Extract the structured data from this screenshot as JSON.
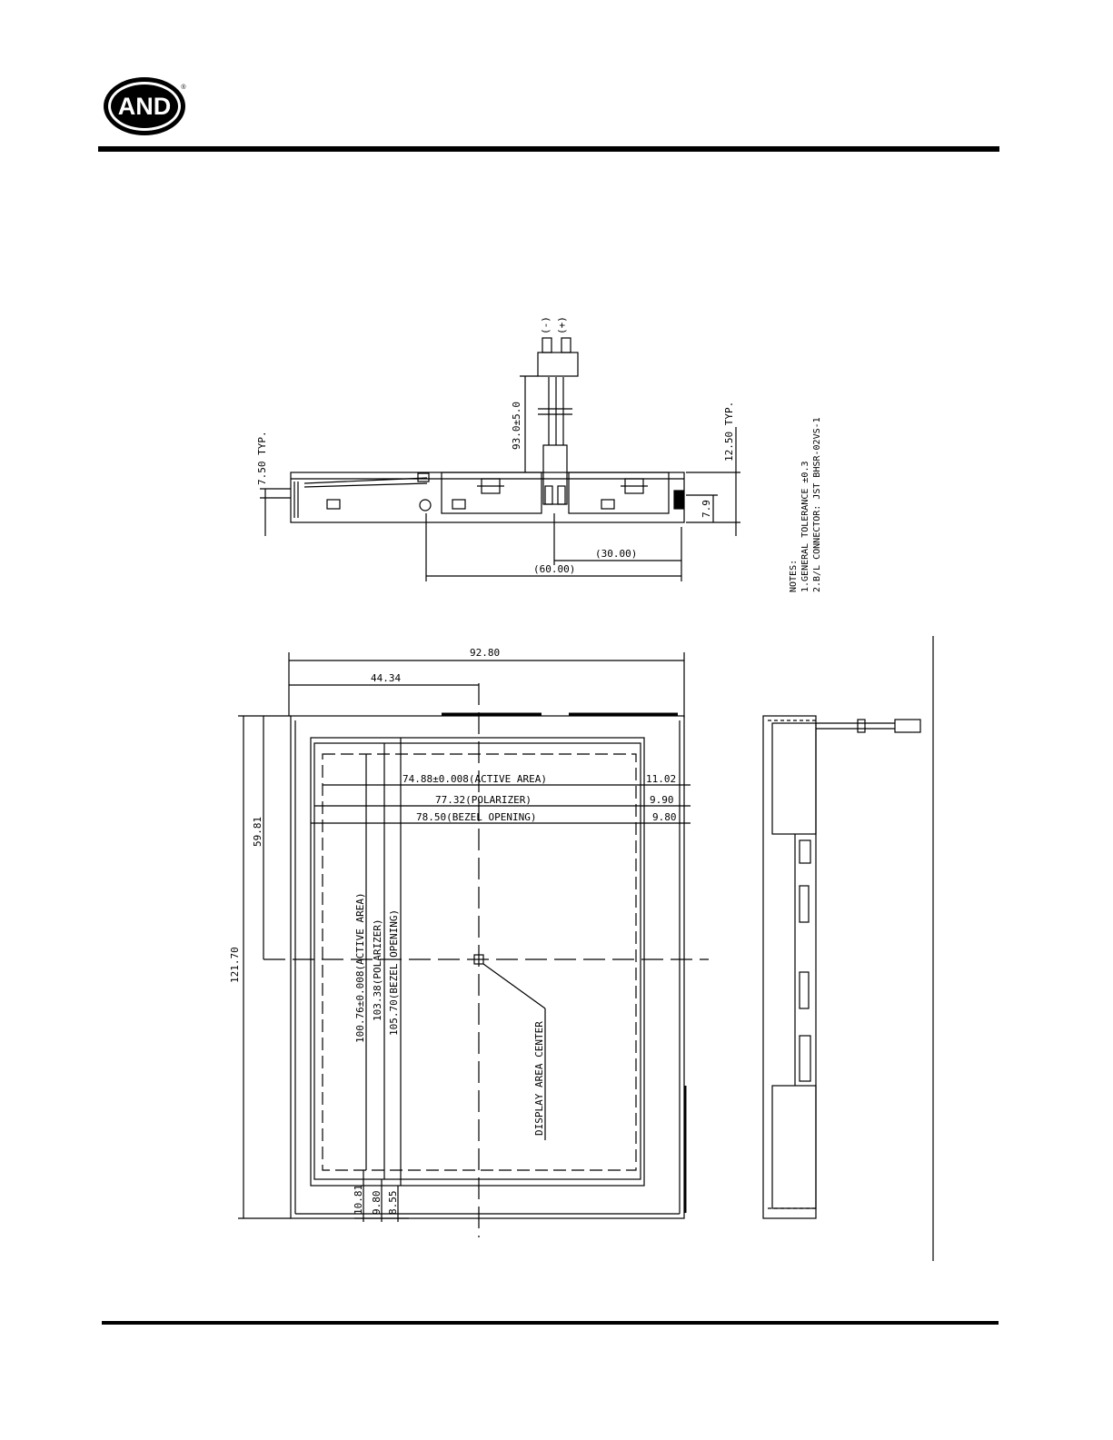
{
  "logo": {
    "text": "AND",
    "reg": "®"
  },
  "side_view": {
    "dims": {
      "wire_pin_a": "(+)",
      "wire_pin_b": "(-)",
      "wire_length": "93.0±5.0",
      "typ_left": "7.50 TYP.",
      "typ_right": "12.50 TYP.",
      "height_right": "7.9",
      "dim_30": "(30.00)",
      "dim_60": "(60.00)"
    },
    "notes": {
      "title": "NOTES:",
      "line1": "1.GENERAL TOLERANCE ±0.3",
      "line2": "2.B/L CONNECTOR: JST BHSR-02VS-1"
    }
  },
  "front_view": {
    "width": "92.80",
    "width_to_center": "44.34",
    "active_area_w": "74.88±0.008(ACTIVE AREA)",
    "polarizer_w": "77.32(POLARIZER)",
    "bezel_w": "78.50(BEZEL OPENING)",
    "margin_1": "11.02",
    "margin_2": "9.90",
    "margin_3": "9.80",
    "height": "121.70",
    "height_to_center": "59.81",
    "active_area_h": "100.76±0.008(ACTIVE AREA)",
    "polarizer_h": "103.38(POLARIZER)",
    "bezel_h": "105.70(BEZEL OPENING)",
    "bottom_1": "10.81",
    "bottom_2": "9.80",
    "bottom_3": "8.55",
    "center_label": "DISPLAY AREA CENTER"
  }
}
